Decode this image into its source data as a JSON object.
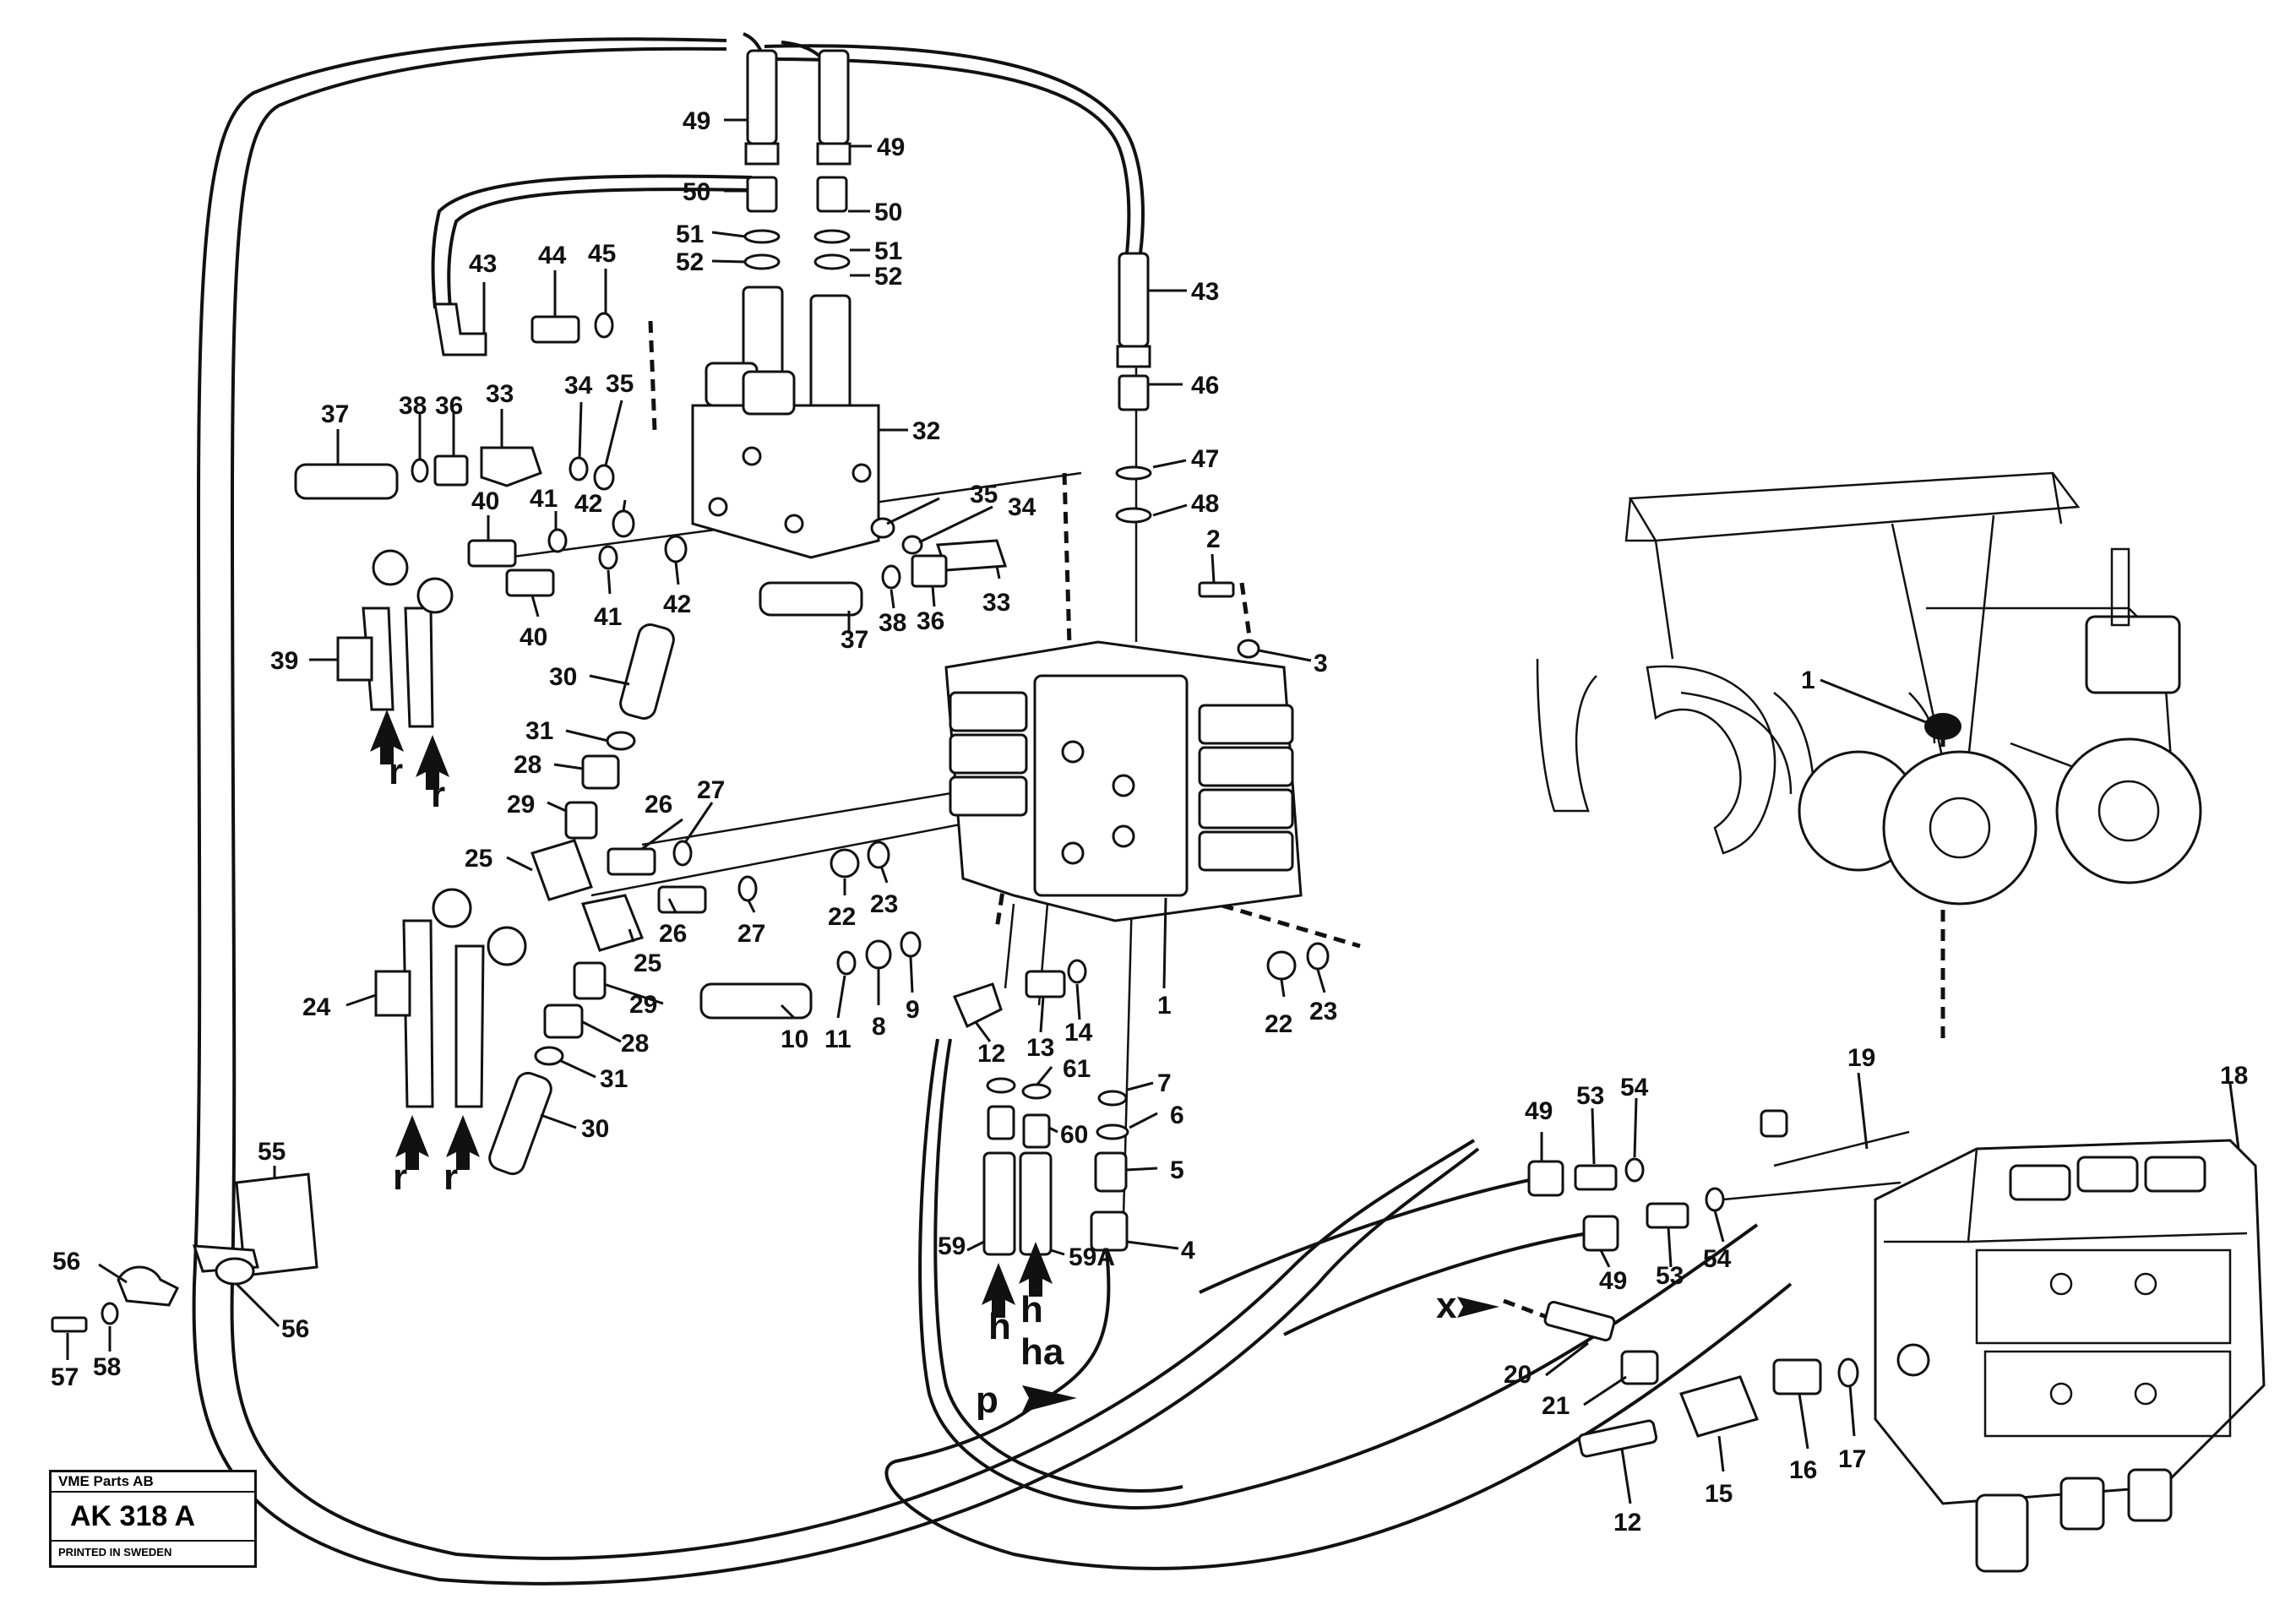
{
  "callouts": [
    {
      "id": "c49a",
      "text": "49"
    },
    {
      "id": "c49b",
      "text": "49"
    },
    {
      "id": "c50a",
      "text": "50"
    },
    {
      "id": "c50b",
      "text": "50"
    },
    {
      "id": "c51a",
      "text": "51"
    },
    {
      "id": "c51b",
      "text": "51"
    },
    {
      "id": "c52a",
      "text": "52"
    },
    {
      "id": "c52b",
      "text": "52"
    },
    {
      "id": "c43a",
      "text": "43"
    },
    {
      "id": "c44",
      "text": "44"
    },
    {
      "id": "c45",
      "text": "45"
    },
    {
      "id": "c43b",
      "text": "43"
    },
    {
      "id": "c37a",
      "text": "37"
    },
    {
      "id": "c38a",
      "text": "38"
    },
    {
      "id": "c36a",
      "text": "36"
    },
    {
      "id": "c33a",
      "text": "33"
    },
    {
      "id": "c34a",
      "text": "34"
    },
    {
      "id": "c35a",
      "text": "35"
    },
    {
      "id": "c32",
      "text": "32"
    },
    {
      "id": "c35b",
      "text": "35"
    },
    {
      "id": "c34b",
      "text": "34"
    },
    {
      "id": "c46",
      "text": "46"
    },
    {
      "id": "c47",
      "text": "47"
    },
    {
      "id": "c48",
      "text": "48"
    },
    {
      "id": "c40a",
      "text": "40"
    },
    {
      "id": "c41a",
      "text": "41"
    },
    {
      "id": "c42a",
      "text": "42"
    },
    {
      "id": "c39",
      "text": "39"
    },
    {
      "id": "c40b",
      "text": "40"
    },
    {
      "id": "c41b",
      "text": "41"
    },
    {
      "id": "c42b",
      "text": "42"
    },
    {
      "id": "c37b",
      "text": "37"
    },
    {
      "id": "c38b",
      "text": "38"
    },
    {
      "id": "c36b",
      "text": "36"
    },
    {
      "id": "c33b",
      "text": "33"
    },
    {
      "id": "c2",
      "text": "2"
    },
    {
      "id": "c3",
      "text": "3"
    },
    {
      "id": "c30a",
      "text": "30"
    },
    {
      "id": "c31a",
      "text": "31"
    },
    {
      "id": "c28a",
      "text": "28"
    },
    {
      "id": "c29a",
      "text": "29"
    },
    {
      "id": "c26a",
      "text": "26"
    },
    {
      "id": "c27a",
      "text": "27"
    },
    {
      "id": "c25a",
      "text": "25"
    },
    {
      "id": "c22a",
      "text": "22"
    },
    {
      "id": "c23a",
      "text": "23"
    },
    {
      "id": "c27b",
      "text": "27"
    },
    {
      "id": "c26b",
      "text": "26"
    },
    {
      "id": "c25b",
      "text": "25"
    },
    {
      "id": "c24",
      "text": "24"
    },
    {
      "id": "c29b",
      "text": "29"
    },
    {
      "id": "c28b",
      "text": "28"
    },
    {
      "id": "c31b",
      "text": "31"
    },
    {
      "id": "c30b",
      "text": "30"
    },
    {
      "id": "c10",
      "text": "10"
    },
    {
      "id": "c11",
      "text": "11"
    },
    {
      "id": "c8",
      "text": "8"
    },
    {
      "id": "c9",
      "text": "9"
    },
    {
      "id": "c12a",
      "text": "12"
    },
    {
      "id": "c13",
      "text": "13"
    },
    {
      "id": "c14",
      "text": "14"
    },
    {
      "id": "c1a",
      "text": "1"
    },
    {
      "id": "c22b",
      "text": "22"
    },
    {
      "id": "c23b",
      "text": "23"
    },
    {
      "id": "c61",
      "text": "61"
    },
    {
      "id": "c60",
      "text": "60"
    },
    {
      "id": "c7",
      "text": "7"
    },
    {
      "id": "c6",
      "text": "6"
    },
    {
      "id": "c5",
      "text": "5"
    },
    {
      "id": "c4",
      "text": "4"
    },
    {
      "id": "c59",
      "text": "59"
    },
    {
      "id": "c59A",
      "text": "59A"
    },
    {
      "id": "c55",
      "text": "55"
    },
    {
      "id": "c56a",
      "text": "56"
    },
    {
      "id": "c56b",
      "text": "56"
    },
    {
      "id": "c57",
      "text": "57"
    },
    {
      "id": "c58",
      "text": "58"
    },
    {
      "id": "c1b",
      "text": "1"
    },
    {
      "id": "c19",
      "text": "19"
    },
    {
      "id": "c18",
      "text": "18"
    },
    {
      "id": "c49c",
      "text": "49"
    },
    {
      "id": "c53a",
      "text": "53"
    },
    {
      "id": "c54a",
      "text": "54"
    },
    {
      "id": "c49d",
      "text": "49"
    },
    {
      "id": "c53b",
      "text": "53"
    },
    {
      "id": "c54b",
      "text": "54"
    },
    {
      "id": "c20",
      "text": "20"
    },
    {
      "id": "c21",
      "text": "21"
    },
    {
      "id": "c12b",
      "text": "12"
    },
    {
      "id": "c15",
      "text": "15"
    },
    {
      "id": "c16",
      "text": "16"
    },
    {
      "id": "c17",
      "text": "17"
    }
  ],
  "port_letters": [
    {
      "id": "r1",
      "text": "r"
    },
    {
      "id": "r2",
      "text": "r"
    },
    {
      "id": "r3",
      "text": "r"
    },
    {
      "id": "r4",
      "text": "r"
    },
    {
      "id": "h1",
      "text": "h"
    },
    {
      "id": "h2",
      "text": "h"
    },
    {
      "id": "ha",
      "text": "ha"
    },
    {
      "id": "p",
      "text": "p"
    },
    {
      "id": "x",
      "text": "x"
    }
  ],
  "stamp": {
    "company": "VME Parts AB",
    "code": "AK 318 A",
    "printed": "PRINTED IN SWEDEN"
  }
}
